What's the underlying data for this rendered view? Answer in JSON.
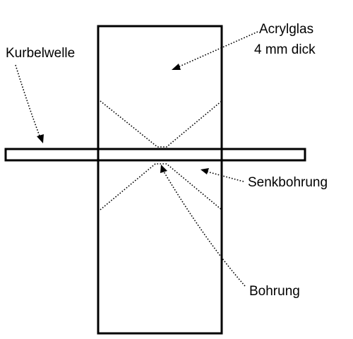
{
  "labels": {
    "acryl_line1": "Acrylglas",
    "acryl_line2": "4 mm dick",
    "kurbelwelle": "Kurbelwelle",
    "senkbohrung": "Senkbohrung",
    "bohrung": "Bohrung"
  },
  "colors": {
    "stroke": "#000000",
    "background": "#ffffff"
  }
}
